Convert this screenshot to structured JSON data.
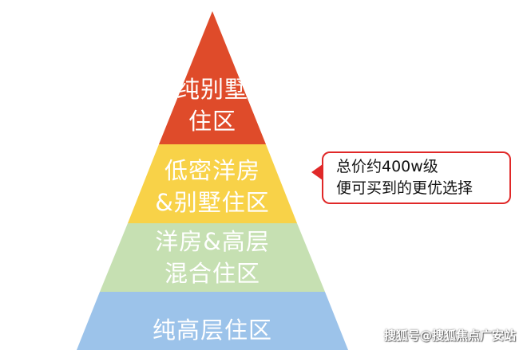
{
  "colors": {
    "tier_top": "#df4b2a",
    "tier_second": "#f8d248",
    "tier_third": "#c6e0b2",
    "tier_bottom": "#9cc3ea",
    "callout_border": "#e02828",
    "label_text": "#ffffff"
  },
  "pyramid": {
    "tiers": [
      {
        "lines": [
          "纯别墅",
          "住区"
        ]
      },
      {
        "lines": [
          "低密洋房",
          "&别墅住区"
        ]
      },
      {
        "lines": [
          "洋房&高层",
          "混合住区"
        ]
      },
      {
        "lines": [
          "纯高层住区"
        ]
      }
    ]
  },
  "callout": {
    "line1": "总价约400w级",
    "line2": "便可买到的更优选择",
    "points_to": "低密洋房&别墅住区"
  },
  "watermark": {
    "text": "搜狐号@搜狐焦点广安站"
  }
}
